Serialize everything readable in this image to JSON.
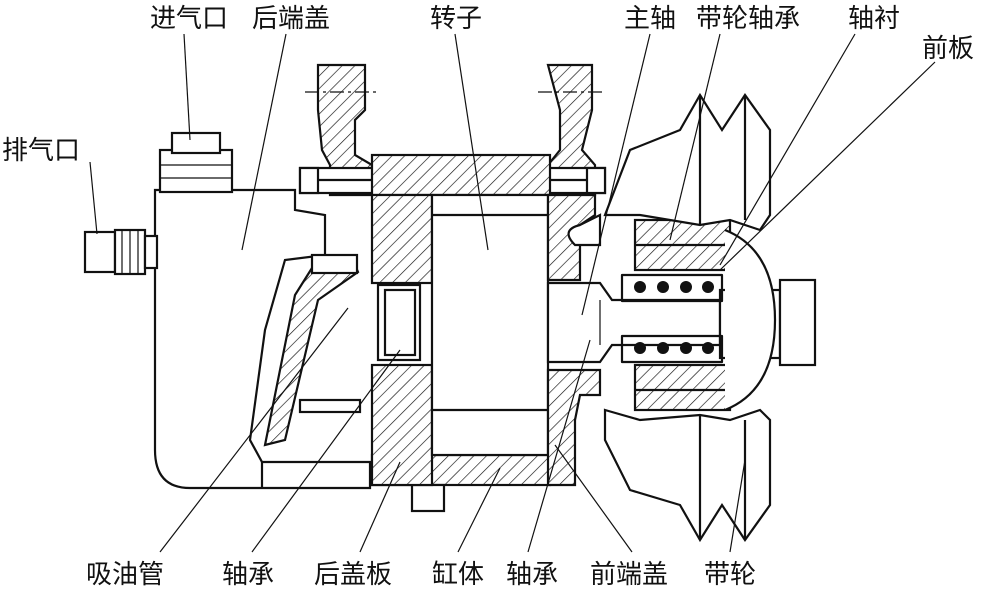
{
  "figure": {
    "labels": {
      "inlet": "进气口",
      "rear_cover": "后端盖",
      "rotor": "转子",
      "main_shaft": "主轴",
      "pulley_bearing": "带轮轴承",
      "bushing": "轴衬",
      "front_plate": "前板",
      "exhaust": "排气口",
      "suction_pipe": "吸油管",
      "bearing_left": "轴承",
      "rear_cover_plate": "后盖板",
      "cylinder": "缸体",
      "bearing_right": "轴承",
      "front_cover": "前端盖",
      "pulley": "带轮"
    }
  }
}
